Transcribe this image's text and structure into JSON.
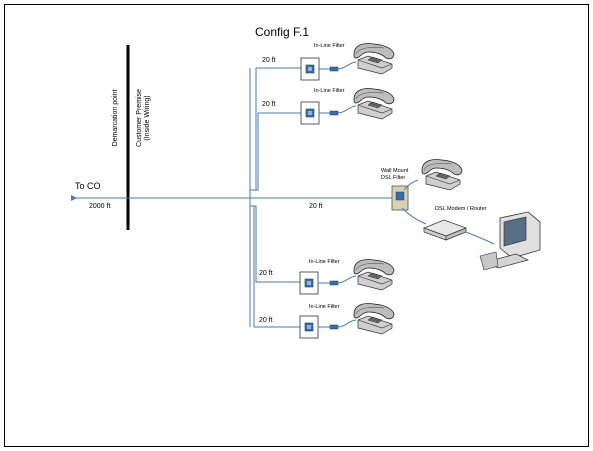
{
  "title": "Config F.1",
  "labels": {
    "demarcation": "Demarcation point",
    "customer_premise_line1": "Customer Premise",
    "customer_premise_line2": "(Inside Wiring)",
    "to_co": "To CO",
    "co_distance": "2000 ft",
    "inline_filter": "In-Line Filter",
    "wall_mount_line1": "Wall Mount",
    "wall_mount_line2": "DSL Filter",
    "dsl_modem": "DSL Modem / Router"
  },
  "branches": [
    {
      "distance": "20 ft",
      "filter": "In-Line Filter",
      "device": "telephone-icon"
    },
    {
      "distance": "20 ft",
      "filter": "In-Line Filter",
      "device": "telephone-icon"
    },
    {
      "distance": "20 ft",
      "filter": "Wall Mount DSL Filter",
      "device": "telephone-icon"
    },
    {
      "distance": "20 ft",
      "filter": "In-Line Filter",
      "device": "telephone-icon"
    },
    {
      "distance": "20 ft",
      "filter": "In-Line Filter",
      "device": "telephone-icon"
    }
  ],
  "colors": {
    "wire": "#4a7ab8",
    "filter_jack": "#3a6ea8",
    "wall_plate": "#d8d2b4"
  }
}
